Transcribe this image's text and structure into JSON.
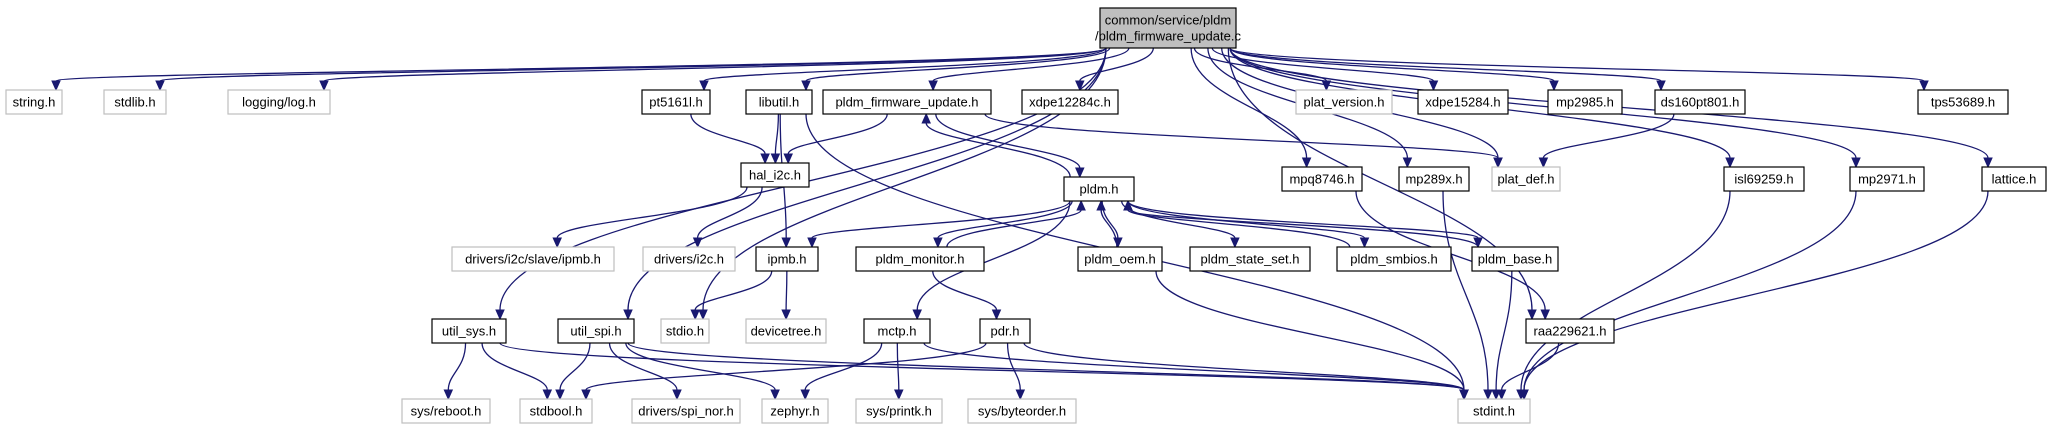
{
  "graph": {
    "title": "",
    "colors": {
      "edge": "#191970",
      "root_fill": "#bfbfbf",
      "external_border": "#bfbfbf",
      "internal_border": "#000000"
    },
    "nodes": [
      {
        "id": "root",
        "lines": [
          "common/service/pldm",
          "/pldm_firmware_update.c"
        ],
        "kind": "root"
      },
      {
        "id": "string",
        "lines": [
          "string.h"
        ],
        "kind": "ext"
      },
      {
        "id": "stdlib",
        "lines": [
          "stdlib.h"
        ],
        "kind": "ext"
      },
      {
        "id": "logging",
        "lines": [
          "logging/log.h"
        ],
        "kind": "ext"
      },
      {
        "id": "pt5161l",
        "lines": [
          "pt5161l.h"
        ],
        "kind": "int"
      },
      {
        "id": "libutil",
        "lines": [
          "libutil.h"
        ],
        "kind": "int"
      },
      {
        "id": "pfu",
        "lines": [
          "pldm_firmware_update.h"
        ],
        "kind": "int"
      },
      {
        "id": "xdpe12284c",
        "lines": [
          "xdpe12284c.h"
        ],
        "kind": "int"
      },
      {
        "id": "plat_version",
        "lines": [
          "plat_version.h"
        ],
        "kind": "ext"
      },
      {
        "id": "xdpe15284",
        "lines": [
          "xdpe15284.h"
        ],
        "kind": "int"
      },
      {
        "id": "mp2985",
        "lines": [
          "mp2985.h"
        ],
        "kind": "int"
      },
      {
        "id": "ds160pt801",
        "lines": [
          "ds160pt801.h"
        ],
        "kind": "int"
      },
      {
        "id": "tps53689",
        "lines": [
          "tps53689.h"
        ],
        "kind": "int"
      },
      {
        "id": "hal_i2c",
        "lines": [
          "hal_i2c.h"
        ],
        "kind": "int"
      },
      {
        "id": "pldm",
        "lines": [
          "pldm.h"
        ],
        "kind": "int"
      },
      {
        "id": "mpq8746",
        "lines": [
          "mpq8746.h"
        ],
        "kind": "int"
      },
      {
        "id": "mp289x",
        "lines": [
          "mp289x.h"
        ],
        "kind": "int"
      },
      {
        "id": "plat_def",
        "lines": [
          "plat_def.h"
        ],
        "kind": "ext"
      },
      {
        "id": "isl69259",
        "lines": [
          "isl69259.h"
        ],
        "kind": "int"
      },
      {
        "id": "mp2971",
        "lines": [
          "mp2971.h"
        ],
        "kind": "int"
      },
      {
        "id": "lattice",
        "lines": [
          "lattice.h"
        ],
        "kind": "int"
      },
      {
        "id": "i2c_slave_ipmb",
        "lines": [
          "drivers/i2c/slave/ipmb.h"
        ],
        "kind": "ext"
      },
      {
        "id": "drivers_i2c",
        "lines": [
          "drivers/i2c.h"
        ],
        "kind": "ext"
      },
      {
        "id": "ipmb",
        "lines": [
          "ipmb.h"
        ],
        "kind": "int"
      },
      {
        "id": "pldm_monitor",
        "lines": [
          "pldm_monitor.h"
        ],
        "kind": "int"
      },
      {
        "id": "pldm_oem",
        "lines": [
          "pldm_oem.h"
        ],
        "kind": "int"
      },
      {
        "id": "pldm_state_set",
        "lines": [
          "pldm_state_set.h"
        ],
        "kind": "int"
      },
      {
        "id": "pldm_smbios",
        "lines": [
          "pldm_smbios.h"
        ],
        "kind": "int"
      },
      {
        "id": "pldm_base",
        "lines": [
          "pldm_base.h"
        ],
        "kind": "int"
      },
      {
        "id": "stdio",
        "lines": [
          "stdio.h"
        ],
        "kind": "ext"
      },
      {
        "id": "devicetree",
        "lines": [
          "devicetree.h"
        ],
        "kind": "ext"
      },
      {
        "id": "util_sys",
        "lines": [
          "util_sys.h"
        ],
        "kind": "int"
      },
      {
        "id": "util_spi",
        "lines": [
          "util_spi.h"
        ],
        "kind": "int"
      },
      {
        "id": "mctp",
        "lines": [
          "mctp.h"
        ],
        "kind": "int"
      },
      {
        "id": "pdr",
        "lines": [
          "pdr.h"
        ],
        "kind": "int"
      },
      {
        "id": "raa229621",
        "lines": [
          "raa229621.h"
        ],
        "kind": "int"
      },
      {
        "id": "sys_reboot",
        "lines": [
          "sys/reboot.h"
        ],
        "kind": "ext"
      },
      {
        "id": "stdbool",
        "lines": [
          "stdbool.h"
        ],
        "kind": "ext"
      },
      {
        "id": "spi_nor",
        "lines": [
          "drivers/spi_nor.h"
        ],
        "kind": "ext"
      },
      {
        "id": "zephyr",
        "lines": [
          "zephyr.h"
        ],
        "kind": "ext"
      },
      {
        "id": "printk",
        "lines": [
          "sys/printk.h"
        ],
        "kind": "ext"
      },
      {
        "id": "byteorder",
        "lines": [
          "sys/byteorder.h"
        ],
        "kind": "ext"
      },
      {
        "id": "stdint",
        "lines": [
          "stdint.h"
        ],
        "kind": "ext"
      }
    ],
    "edges": [
      [
        "root",
        "string"
      ],
      [
        "root",
        "stdlib"
      ],
      [
        "root",
        "logging"
      ],
      [
        "root",
        "pt5161l"
      ],
      [
        "root",
        "libutil"
      ],
      [
        "root",
        "pfu"
      ],
      [
        "root",
        "xdpe12284c"
      ],
      [
        "root",
        "plat_version"
      ],
      [
        "root",
        "xdpe15284"
      ],
      [
        "root",
        "mp2985"
      ],
      [
        "root",
        "ds160pt801"
      ],
      [
        "root",
        "tps53689"
      ],
      [
        "root",
        "mpq8746"
      ],
      [
        "root",
        "mp289x"
      ],
      [
        "root",
        "plat_def"
      ],
      [
        "root",
        "isl69259"
      ],
      [
        "root",
        "mp2971"
      ],
      [
        "root",
        "lattice"
      ],
      [
        "root",
        "util_sys"
      ],
      [
        "root",
        "util_spi"
      ],
      [
        "root",
        "stdio"
      ],
      [
        "root",
        "raa229621"
      ],
      [
        "pt5161l",
        "hal_i2c"
      ],
      [
        "libutil",
        "hal_i2c"
      ],
      [
        "libutil",
        "ipmb"
      ],
      [
        "libutil",
        "stdint"
      ],
      [
        "pfu",
        "hal_i2c"
      ],
      [
        "pfu",
        "pldm"
      ],
      [
        "pfu",
        "plat_def"
      ],
      [
        "ds160pt801",
        "plat_def"
      ],
      [
        "hal_i2c",
        "i2c_slave_ipmb"
      ],
      [
        "hal_i2c",
        "drivers_i2c"
      ],
      [
        "pldm",
        "pfu"
      ],
      [
        "pldm",
        "ipmb"
      ],
      [
        "pldm",
        "mctp"
      ],
      [
        "pldm",
        "pldm_monitor"
      ],
      [
        "pldm",
        "pldm_oem"
      ],
      [
        "pldm",
        "pldm_state_set"
      ],
      [
        "pldm",
        "pldm_smbios"
      ],
      [
        "pldm",
        "pldm_base"
      ],
      [
        "pldm_monitor",
        "pldm"
      ],
      [
        "pldm_monitor",
        "pdr"
      ],
      [
        "pldm_oem",
        "pldm"
      ],
      [
        "pldm_oem",
        "stdint"
      ],
      [
        "pldm_smbios",
        "pldm"
      ],
      [
        "pldm_base",
        "pldm"
      ],
      [
        "pldm_base",
        "stdint"
      ],
      [
        "ipmb",
        "stdio"
      ],
      [
        "ipmb",
        "devicetree"
      ],
      [
        "mpq8746",
        "raa229621"
      ],
      [
        "mp289x",
        "stdint"
      ],
      [
        "isl69259",
        "stdint"
      ],
      [
        "mp2971",
        "stdint"
      ],
      [
        "lattice",
        "stdint"
      ],
      [
        "raa229621",
        "stdint"
      ],
      [
        "util_sys",
        "sys_reboot"
      ],
      [
        "util_sys",
        "stdbool"
      ],
      [
        "util_sys",
        "stdint"
      ],
      [
        "util_spi",
        "stdbool"
      ],
      [
        "util_spi",
        "spi_nor"
      ],
      [
        "util_spi",
        "zephyr"
      ],
      [
        "util_spi",
        "stdint"
      ],
      [
        "mctp",
        "zephyr"
      ],
      [
        "mctp",
        "printk"
      ],
      [
        "mctp",
        "stdint"
      ],
      [
        "pdr",
        "stdbool"
      ],
      [
        "pdr",
        "byteorder"
      ],
      [
        "pdr",
        "stdint"
      ]
    ]
  }
}
